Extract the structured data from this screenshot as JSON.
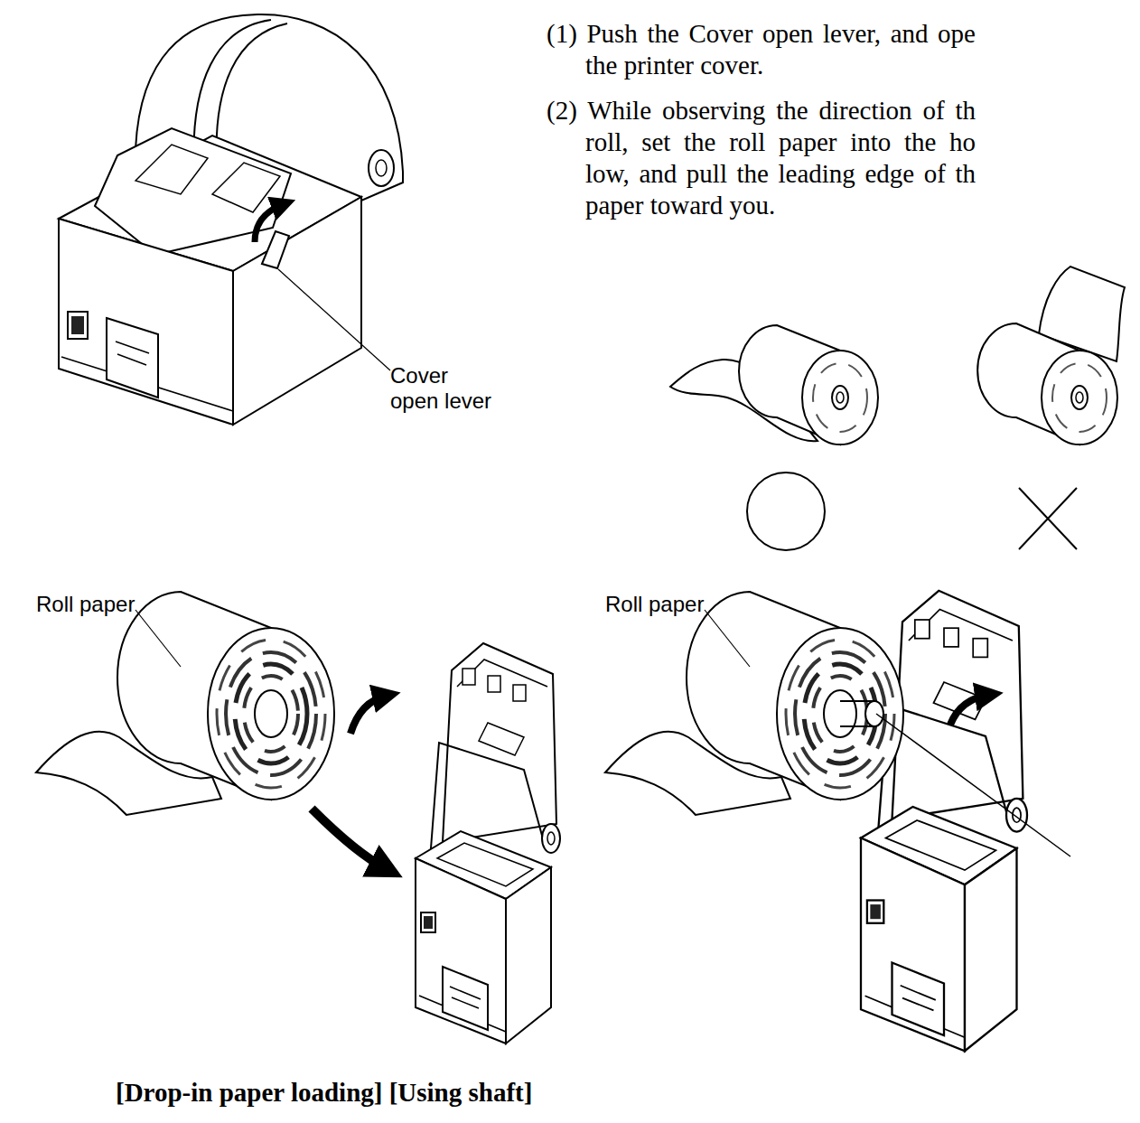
{
  "diagram": {
    "caption": "[Drop-in paper loading] [Using shaft]",
    "labels": [
      "(1) Push the Cover open lever, and ope the printer cover.",
      "(2) While observing the direction of th roll, set the roll paper into the ho low, and pull the leading edge of th paper toward you.",
      "Cover open lever",
      "Roll paper",
      "Roll paper"
    ]
  }
}
